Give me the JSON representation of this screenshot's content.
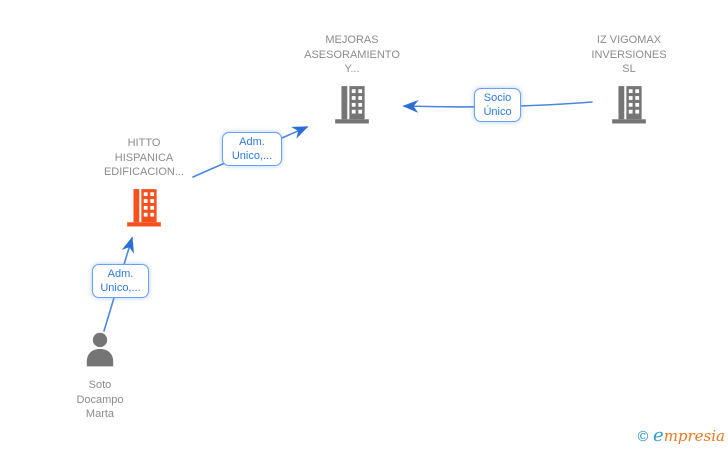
{
  "diagram": {
    "type": "company-relationship-graph",
    "background": "#ffffff",
    "nodes": {
      "mejoras": {
        "kind": "company",
        "icon": "building-icon",
        "icon_color": "#757575",
        "lines": [
          "MEJORAS",
          "ASESORAMIENTO",
          "Y..."
        ]
      },
      "iz_vigomax": {
        "kind": "company",
        "icon": "building-icon",
        "icon_color": "#757575",
        "lines": [
          "IZ VIGOMAX",
          "INVERSIONES",
          "SL"
        ]
      },
      "hitto": {
        "kind": "company",
        "icon": "building-icon",
        "icon_color": "#f4511e",
        "lines": [
          "HITTO",
          "HISPANICA",
          "EDIFICACION..."
        ]
      },
      "marta": {
        "kind": "person",
        "icon": "person-icon",
        "icon_color": "#757575",
        "lines": [
          "Soto",
          "Docampo",
          "Marta"
        ]
      }
    },
    "edges": [
      {
        "from": "iz_vigomax",
        "to": "mejoras",
        "label": "Socio Único"
      },
      {
        "from": "hitto",
        "to": "mejoras",
        "label": "Adm. Unico,..."
      },
      {
        "from": "marta",
        "to": "hitto",
        "label": "Adm. Unico,..."
      }
    ],
    "edge_labels": {
      "socio": {
        "lines": [
          "Socio",
          "Único"
        ]
      },
      "adm_hitto": {
        "lines": [
          "Adm.",
          "Unico,..."
        ]
      },
      "adm_marta": {
        "lines": [
          "Adm.",
          "Unico,..."
        ]
      }
    },
    "colors": {
      "edge_line": "#4c86e0",
      "edge_arrow": "#2b6fd4",
      "label_border": "#6ca0e8",
      "label_text": "#2d79e0",
      "node_text": "#8c8c8c",
      "icon_gray": "#757575",
      "icon_orange": "#f4511e"
    }
  },
  "watermark": {
    "copyright": "©",
    "brand_initial": "e",
    "brand_rest": "mpresia",
    "copyright_color": "#1f8dbd",
    "brand_initial_color": "#2aa0cc",
    "brand_rest_color": "#ee7722"
  }
}
